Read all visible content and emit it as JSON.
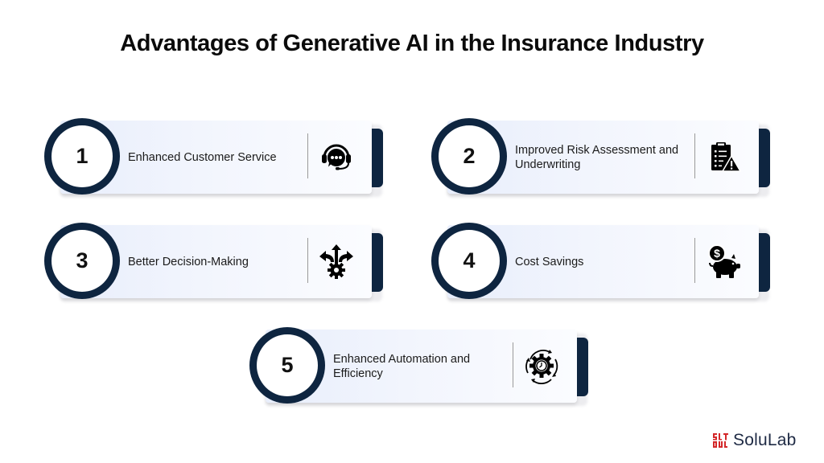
{
  "title": "Advantages of Generative AI in the Insurance Industry",
  "colors": {
    "accent_navy": "#0e2540",
    "card_bg_start": "#e8eefc",
    "card_bg_end": "#fbfcff",
    "logo_red": "#d4282a",
    "logo_text": "#1e2a44"
  },
  "items": [
    {
      "number": "1",
      "label": "Enhanced Customer Service",
      "icon": "customer-support-headset-icon"
    },
    {
      "number": "2",
      "label": "Improved Risk Assessment and Underwriting",
      "icon": "clipboard-warning-icon"
    },
    {
      "number": "3",
      "label": "Better Decision-Making",
      "icon": "decision-arrows-gear-icon"
    },
    {
      "number": "4",
      "label": "Cost Savings",
      "icon": "piggy-bank-dollar-icon"
    },
    {
      "number": "5",
      "label": "Enhanced Automation and Efficiency",
      "icon": "gear-clock-cycle-icon"
    }
  ],
  "logo": {
    "text": "SoluLab"
  }
}
